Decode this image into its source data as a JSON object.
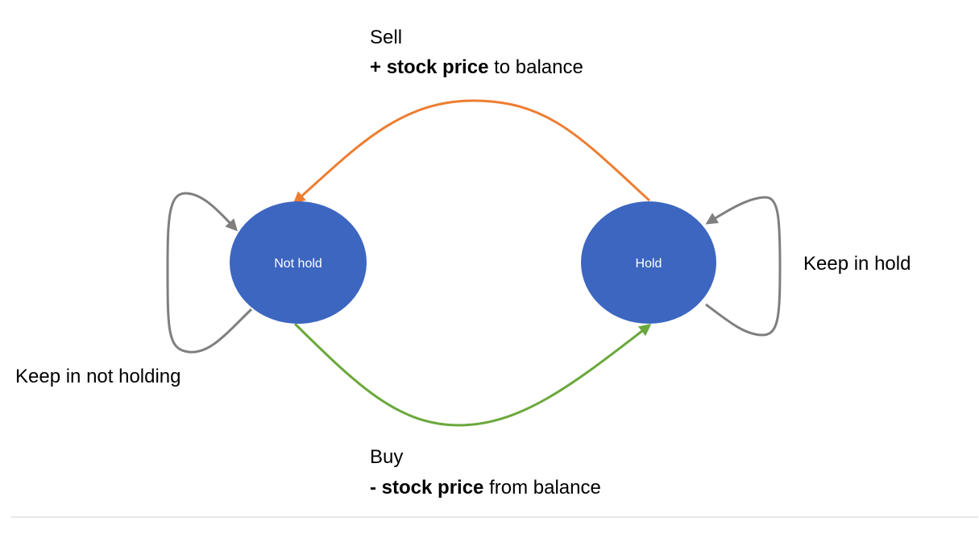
{
  "diagram": {
    "colors": {
      "node_fill": "#3c66c0",
      "node_text": "#ffffff",
      "sell_arrow": "#ed7d31",
      "buy_arrow": "#6aa83c",
      "self_loop": "#7f7f7f"
    },
    "nodes": {
      "not_hold": {
        "label": "Not hold"
      },
      "hold": {
        "label": "Hold"
      }
    },
    "transitions": {
      "sell": {
        "action": "Sell",
        "prefix": "+ ",
        "emphasis": "stock price",
        "suffix": " to balance"
      },
      "buy": {
        "action": "Buy",
        "prefix": "- ",
        "emphasis": "stock price",
        "suffix": " from balance"
      },
      "keep_hold": {
        "label": "Keep in hold"
      },
      "keep_not_holding": {
        "label": "Keep in not holding"
      }
    }
  }
}
